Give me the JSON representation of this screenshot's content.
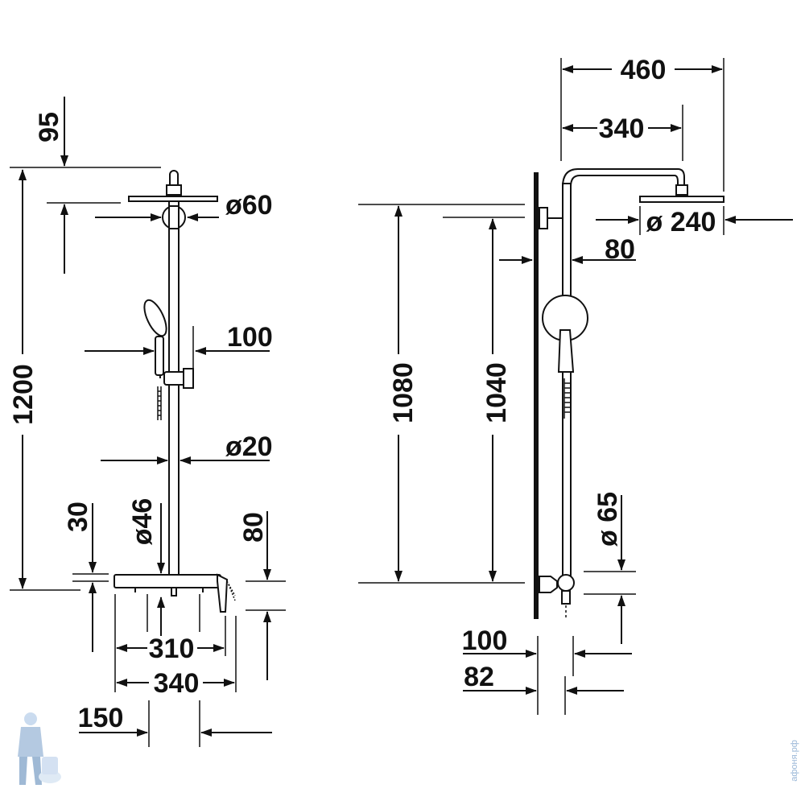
{
  "front_view": {
    "dim_95": "95",
    "dim_1200": "1200",
    "dim_d60": "ø60",
    "dim_100": "100",
    "dim_d20": "ø20",
    "dim_30": "30",
    "dim_d46": "ø46",
    "dim_80": "80",
    "dim_310": "310",
    "dim_340": "340",
    "dim_150": "150"
  },
  "side_view": {
    "dim_460": "460",
    "dim_340": "340",
    "dim_d240": "ø 240",
    "dim_80": "80",
    "dim_1080": "1080",
    "dim_1040": "1040",
    "dim_d65": "ø 65",
    "dim_100": "100",
    "dim_82": "82"
  },
  "watermark": {
    "text": "афоня.рф",
    "icon": "plumber-mascot-icon"
  },
  "colors": {
    "line": "#111111",
    "watermark": "#9bb8d8"
  }
}
